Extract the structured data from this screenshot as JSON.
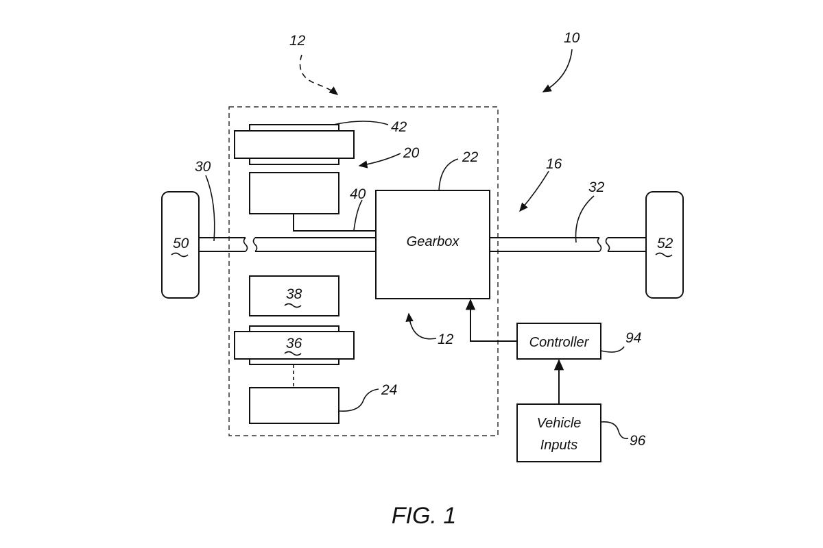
{
  "figure_caption": "FIG. 1",
  "blocks": {
    "gearbox": "Gearbox",
    "controller": "Controller",
    "vehicle_inputs_line1": "Vehicle",
    "vehicle_inputs_line2": "Inputs"
  },
  "refs": {
    "system": "10",
    "module_top": "12",
    "module_inner": "12",
    "driveline": "16",
    "motor": "20",
    "gearbox": "22",
    "unit_24": "24",
    "left_shaft": "30",
    "right_shaft": "32",
    "unit_36": "36",
    "unit_38": "38",
    "link_40": "40",
    "unit_42": "42",
    "left_wheel": "50",
    "right_wheel": "52",
    "controller": "94",
    "vehicle_inputs": "96"
  },
  "colors": {
    "line": "#111111",
    "background": "#ffffff"
  }
}
